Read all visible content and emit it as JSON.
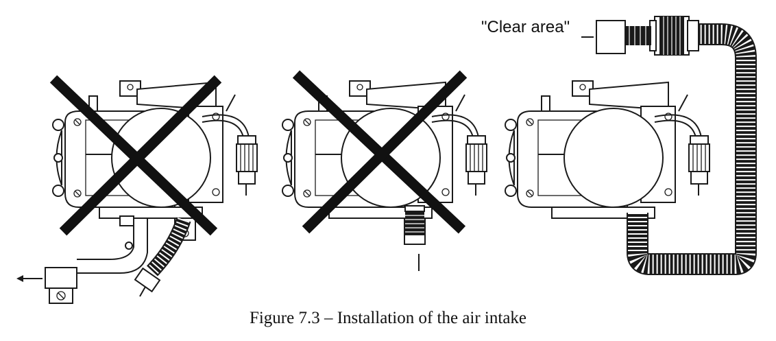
{
  "figure": {
    "caption": "Figure 7.3 – Installation of the air intake",
    "clear_area_label": "\"Clear area\""
  },
  "panels": [
    {
      "id": "panel-1",
      "status": "incorrect",
      "marker": "cross"
    },
    {
      "id": "panel-2",
      "status": "incorrect",
      "marker": "cross"
    },
    {
      "id": "panel-3",
      "status": "correct",
      "marker": "none"
    }
  ]
}
